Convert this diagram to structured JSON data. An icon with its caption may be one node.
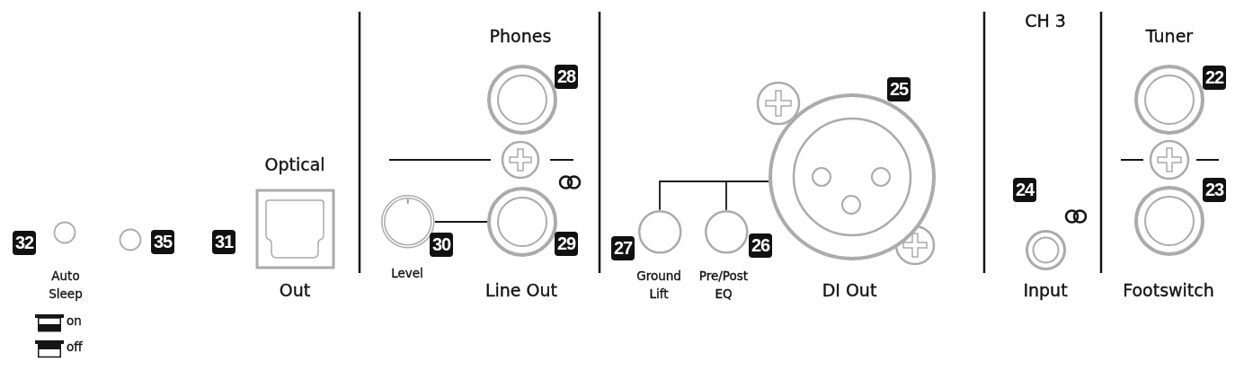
{
  "diagram": {
    "nodes": [
      {
        "text": [],
        "shape": "circle"
      },
      {
        "text": [],
        "shape": "circle"
      },
      {
        "text": [],
        "shape": "circle"
      },
      {
        "text": [],
        "shape": "circle"
      },
      {
        "text": [],
        "shape": "circle"
      },
      {
        "text": [],
        "shape": "circle"
      },
      {
        "text": [],
        "shape": "circle"
      },
      {
        "text": [],
        "shape": "circle"
      },
      {
        "text": [],
        "shape": "circle"
      }
    ],
    "edges": [
      {
        "from": 0,
        "to": 2,
        "arrow": "none"
      },
      {
        "from": 5,
        "to": 3,
        "arrow": "none"
      },
      {
        "from": 5,
        "to": 4,
        "arrow": "none"
      }
    ],
    "labels": [
      "32",
      "35",
      "Auto Sleep",
      "on",
      "off",
      "Optical",
      "31",
      "Out",
      "Phones",
      "28",
      "30",
      "29",
      "Level",
      "Line Out",
      "25",
      "27",
      "26",
      "Ground Lift",
      "Pre/Post EQ",
      "DI Out",
      "CH 3",
      "24",
      "Input",
      "Tuner",
      "22",
      "23",
      "Footswitch"
    ]
  }
}
